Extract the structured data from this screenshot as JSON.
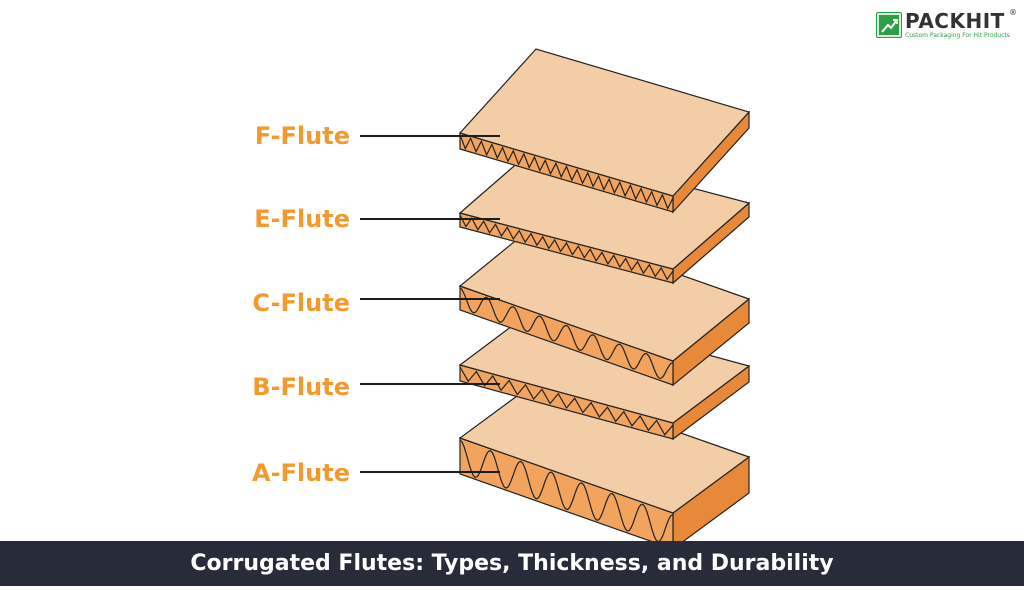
{
  "logo": {
    "name": "PACKHIT",
    "registered_mark": "®",
    "tagline": "Custom Packaging For Hit Products"
  },
  "flutes": [
    {
      "label": "F-Flute"
    },
    {
      "label": "E-Flute"
    },
    {
      "label": "C-Flute"
    },
    {
      "label": "B-Flute"
    },
    {
      "label": "A-Flute"
    }
  ],
  "footer": {
    "title": "Corrugated Flutes: Types, Thickness, and Durability"
  },
  "colors": {
    "label": "#f29a2e",
    "board_top": "#f2cda6",
    "board_edge": "#f2a45e",
    "board_side": "#e8893a",
    "outline": "#222222",
    "footer_bg": "#272b3a",
    "brand_green": "#2e9e47",
    "brand_text": "#333333"
  }
}
